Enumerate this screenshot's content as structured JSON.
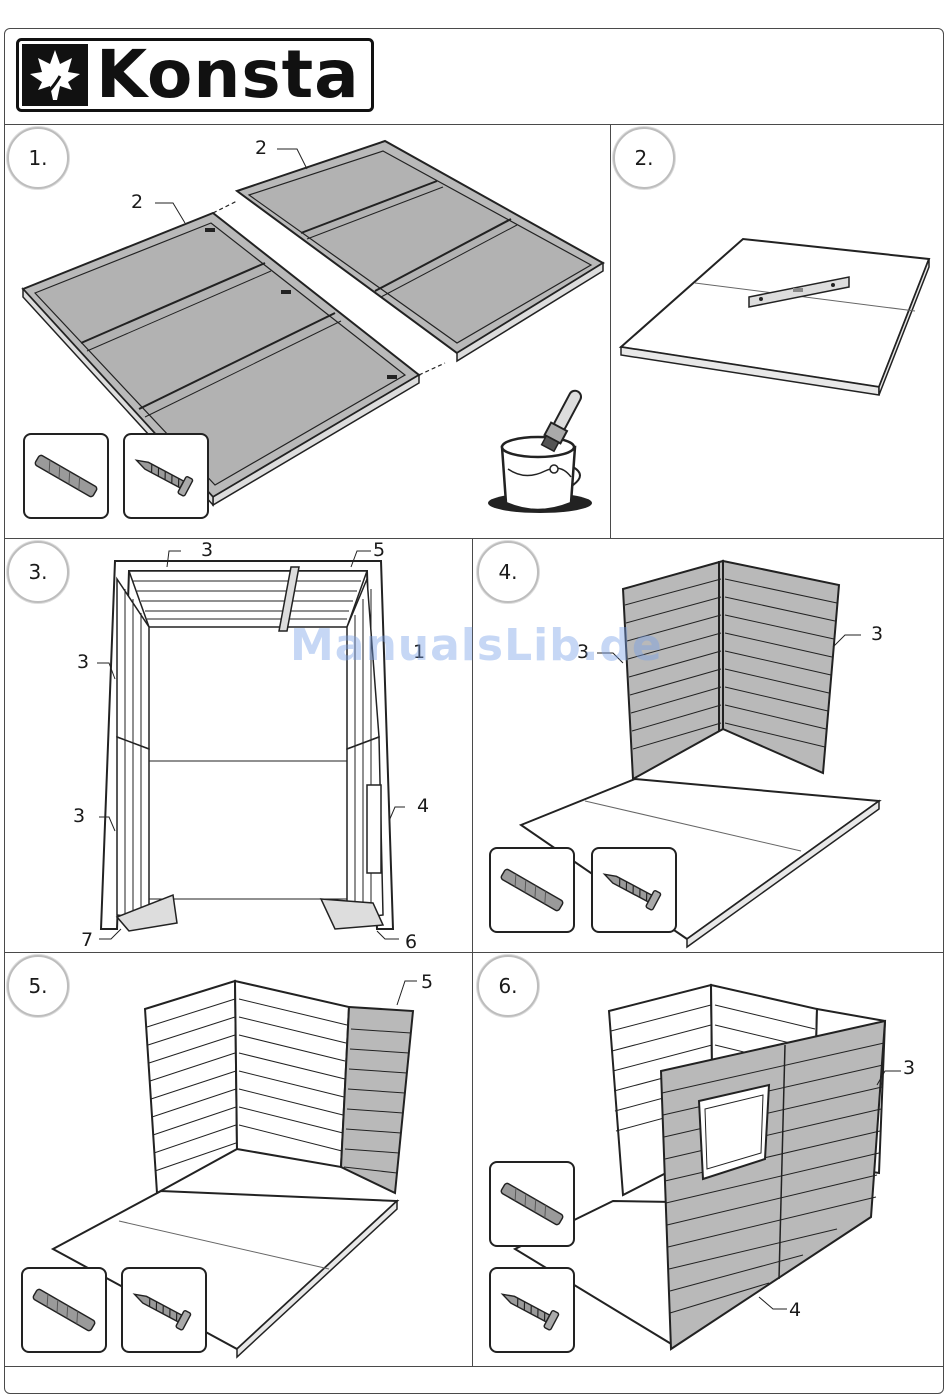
{
  "brand": {
    "name": "Konsta"
  },
  "watermark": "ManualsLib.de",
  "colors": {
    "panel_gray": "#b9b9b9",
    "line": "#333333",
    "watermark": "#78a0e6"
  },
  "steps": [
    {
      "number": "1.",
      "part_labels": [
        "2",
        "2"
      ],
      "hardware": [
        "dowel-icon",
        "screw-icon"
      ],
      "extra_icon": "paint-bucket-icon"
    },
    {
      "number": "2.",
      "part_labels": [],
      "hardware": [],
      "extra_icon": "spirit-level-icon"
    },
    {
      "number": "3.",
      "part_labels": [
        "3",
        "5",
        "3",
        "1",
        "3",
        "4",
        "7",
        "6"
      ],
      "hardware": []
    },
    {
      "number": "4.",
      "part_labels": [
        "3",
        "3"
      ],
      "hardware": [
        "dowel-icon",
        "screw-icon"
      ]
    },
    {
      "number": "5.",
      "part_labels": [
        "5"
      ],
      "hardware": [
        "dowel-icon",
        "screw-icon"
      ]
    },
    {
      "number": "6.",
      "part_labels": [
        "3",
        "4"
      ],
      "hardware": [
        "dowel-icon",
        "screw-icon"
      ]
    }
  ]
}
